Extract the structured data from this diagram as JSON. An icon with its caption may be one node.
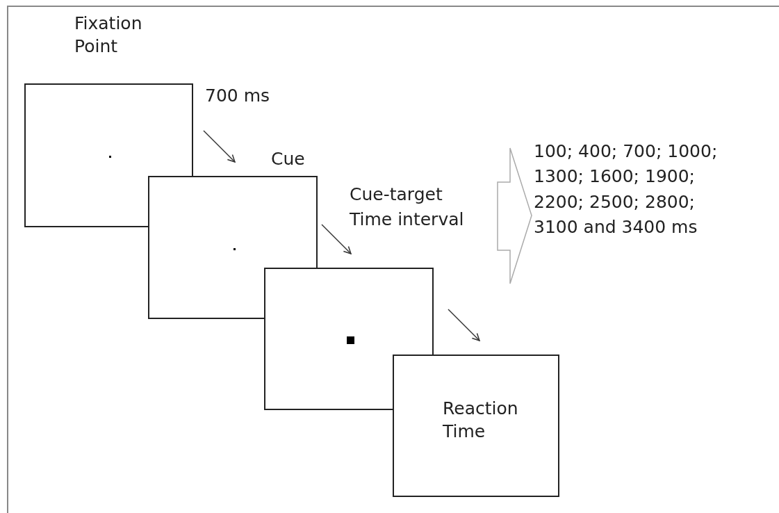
{
  "diagram": {
    "nodes": [
      {
        "text": [
          "Fixation Point"
        ],
        "beside": [
          "700 ms"
        ]
      },
      {
        "text": [
          "Cue"
        ]
      },
      {
        "text": [],
        "shape": "box"
      },
      {
        "text": [
          "Reaction Time"
        ]
      },
      {
        "text": [
          "Cue-target Time interval"
        ]
      },
      {
        "text": [
          "100; 400; 700; 1000; 1300; 1600; 1900; 2200; 2500; 2800; 3100 and 3400 ms"
        ]
      }
    ],
    "edges": [
      {
        "from": 0,
        "to": 1,
        "arrow": "to"
      },
      {
        "from": 1,
        "to": 2,
        "arrow": "to"
      },
      {
        "from": 2,
        "to": 3,
        "arrow": "to"
      },
      {
        "from": 4,
        "to": 5,
        "arrow": "to"
      }
    ]
  }
}
